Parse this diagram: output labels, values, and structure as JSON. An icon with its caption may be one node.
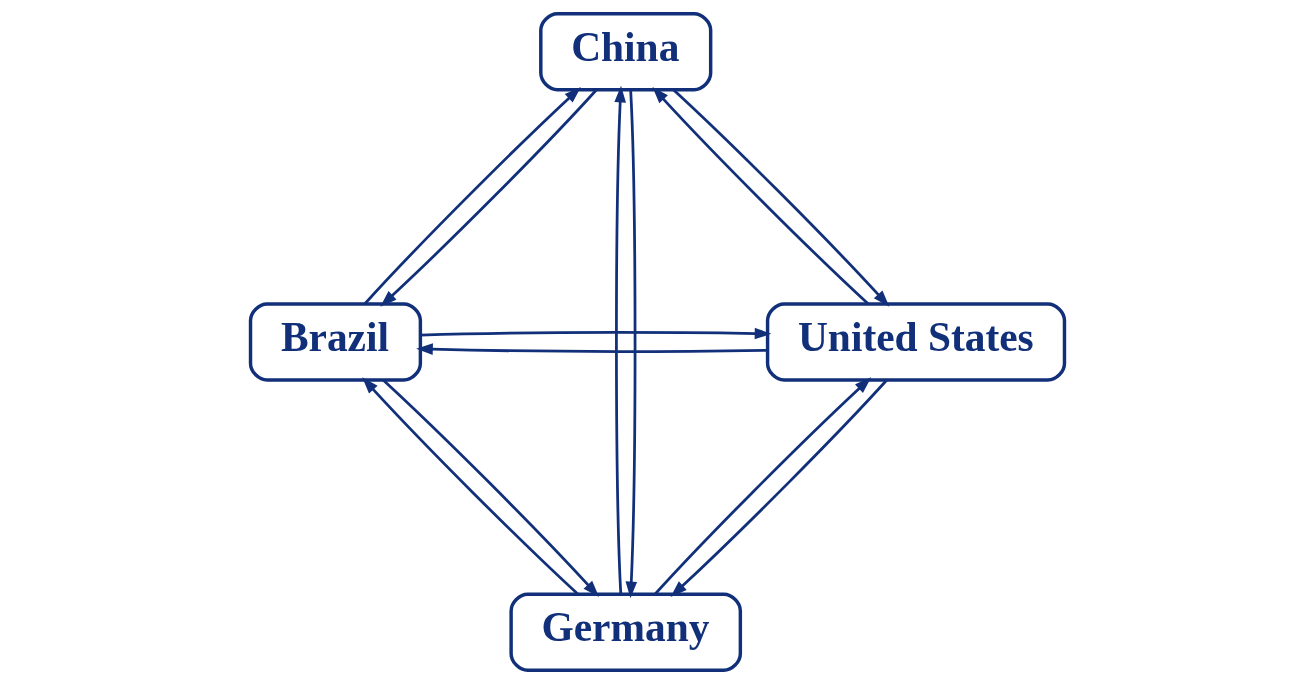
{
  "diagram": {
    "nodes": [
      {
        "text": [
          "Germany"
        ]
      },
      {
        "text": [
          "United States"
        ]
      },
      {
        "text": [
          "China"
        ]
      },
      {
        "text": [
          "Brazil"
        ]
      }
    ],
    "edges": [
      {
        "from": 1,
        "to": 0,
        "arrow": "to"
      },
      {
        "from": 0,
        "to": 1,
        "arrow": "to"
      },
      {
        "from": 0,
        "to": 3,
        "arrow": "to"
      },
      {
        "from": 3,
        "to": 0,
        "arrow": "to"
      },
      {
        "from": 0,
        "to": 2,
        "arrow": "to"
      },
      {
        "from": 2,
        "to": 0,
        "arrow": "to"
      },
      {
        "from": 1,
        "to": 2,
        "arrow": "to"
      },
      {
        "from": 2,
        "to": 1,
        "arrow": "to"
      },
      {
        "from": 1,
        "to": 3,
        "arrow": "to"
      },
      {
        "from": 3,
        "to": 1,
        "arrow": "to"
      },
      {
        "from": 2,
        "to": 3,
        "arrow": "to"
      },
      {
        "from": 3,
        "to": 2,
        "arrow": "to"
      }
    ]
  }
}
